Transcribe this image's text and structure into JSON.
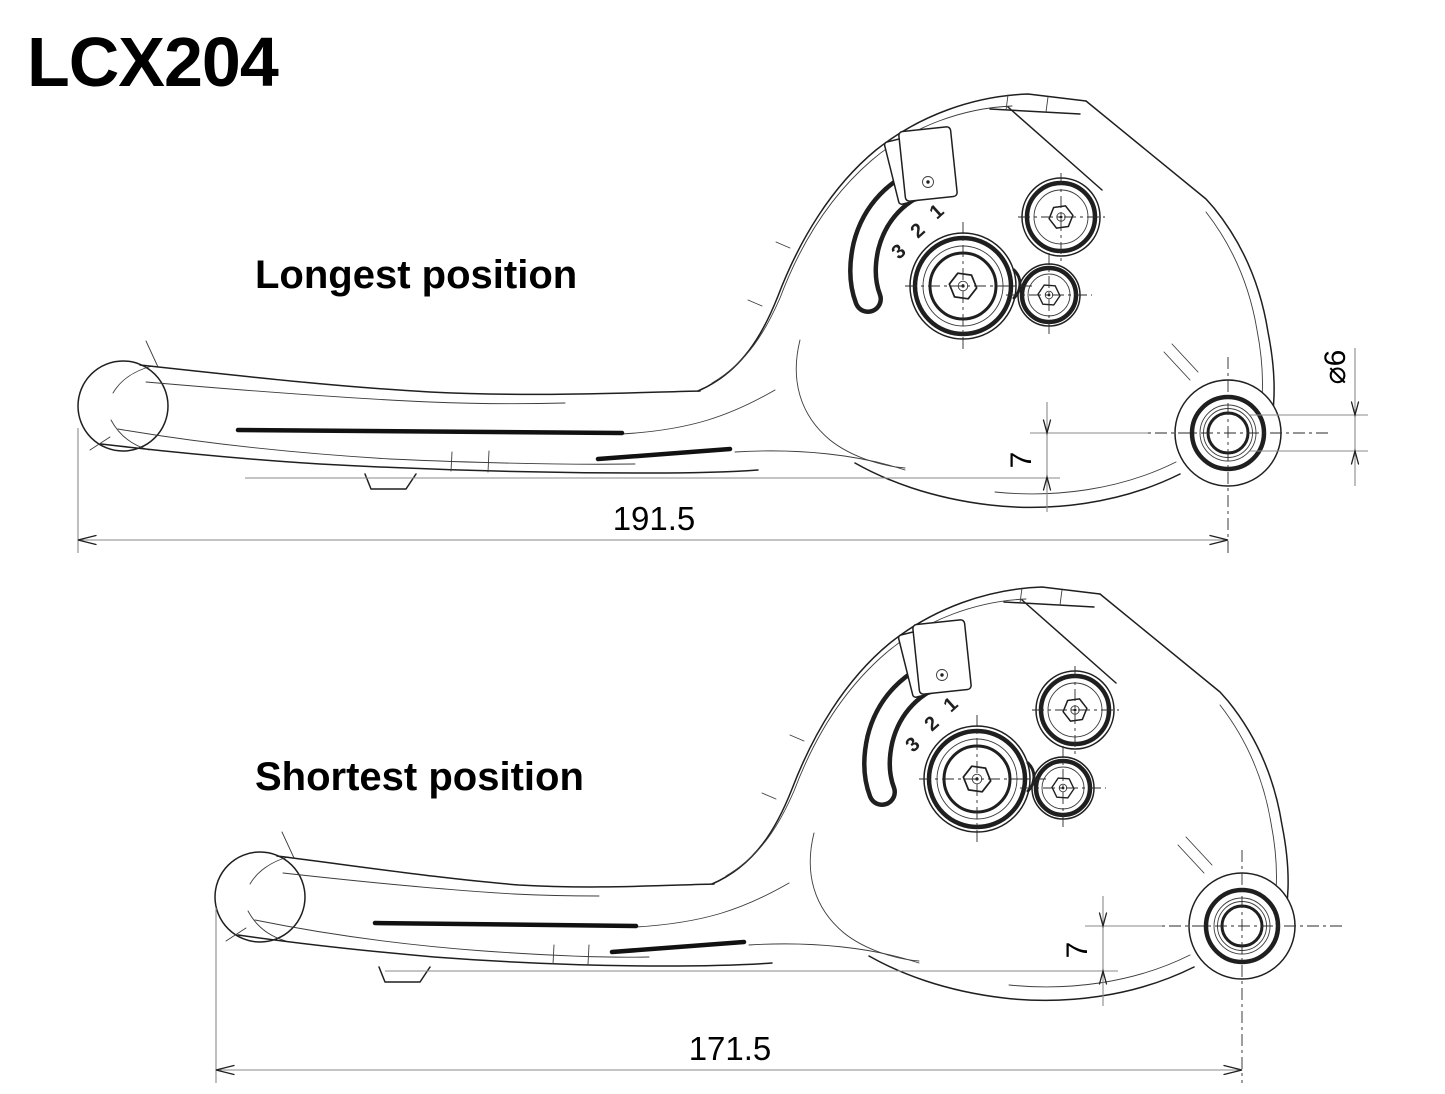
{
  "document": {
    "product_code": "LCX204"
  },
  "views": [
    {
      "label": "Longest position",
      "dims": {
        "overall_length": "191.5",
        "blade_drop": "7",
        "bore_diameter": "⌀6"
      },
      "adjuster": {
        "positions": [
          "3",
          "2",
          "1"
        ]
      }
    },
    {
      "label": "Shortest position",
      "dims": {
        "overall_length": "171.5",
        "blade_drop": "7"
      },
      "adjuster": {
        "positions": [
          "3",
          "2",
          "1"
        ]
      }
    }
  ],
  "colors": {
    "line": "#1f1f1f",
    "dimension_line": "#8a8a8a",
    "background": "#ffffff"
  }
}
